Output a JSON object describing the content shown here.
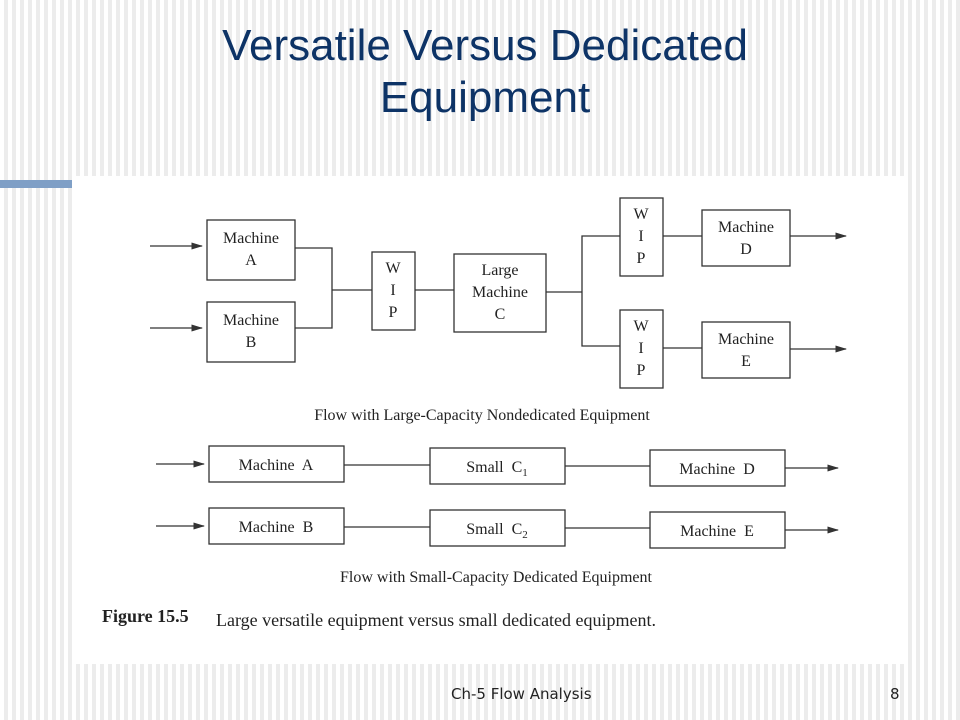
{
  "slide": {
    "title_line1": "Versatile Versus Dedicated",
    "title_line2": "Equipment",
    "footer": "Ch-5 Flow Analysis",
    "page_number": "8"
  },
  "figure": {
    "top": {
      "machine_a": [
        "Machine",
        "A"
      ],
      "machine_b": [
        "Machine",
        "B"
      ],
      "wip": [
        "W",
        "I",
        "P"
      ],
      "large_c": [
        "Large",
        "Machine",
        "C"
      ],
      "machine_d": [
        "Machine",
        "D"
      ],
      "machine_e": [
        "Machine",
        "E"
      ],
      "caption": "Flow with Large-Capacity Nondedicated Equipment"
    },
    "bottom": {
      "row1": {
        "a": "Machine  A",
        "c_label": "Small  C",
        "c_sub": "1",
        "d": "Machine  D"
      },
      "row2": {
        "b": "Machine  B",
        "c_label": "Small  C",
        "c_sub": "2",
        "e": "Machine  E"
      },
      "caption": "Flow with Small-Capacity Dedicated Equipment"
    },
    "figure_label": "Figure 15.5",
    "figure_caption": "Large versatile equipment versus small dedicated equipment."
  },
  "colors": {
    "title": "#0d3366",
    "accent": "#7f9fc6"
  }
}
